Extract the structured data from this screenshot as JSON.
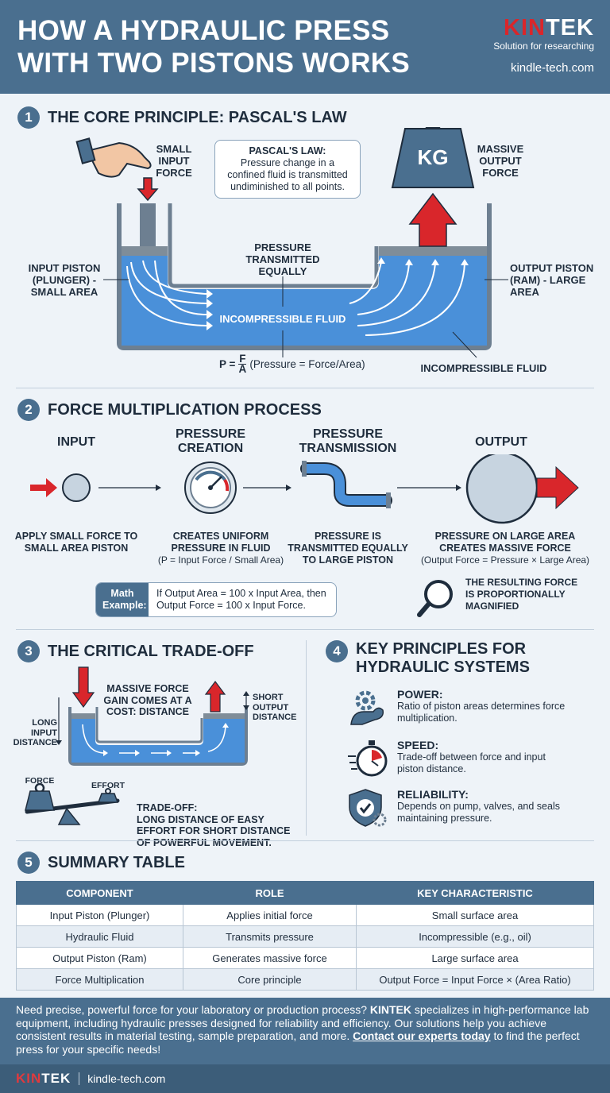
{
  "header": {
    "title_line1": "HOW A HYDRAULIC PRESS",
    "title_line2": "WITH TWO PISTONS WORKS",
    "brand_logo_red": "KIN",
    "brand_logo_white": "TEK",
    "brand_tagline": "Solution for researching",
    "brand_site": "kindle-tech.com"
  },
  "section1": {
    "number": "1",
    "title": "THE CORE PRINCIPLE: PASCAL'S LAW",
    "small_input_force": "SMALL INPUT FORCE",
    "pascal_title": "PASCAL'S LAW:",
    "pascal_text": "Pressure change in a confined fluid is transmitted undiminished to all points.",
    "weight_label": "KG",
    "massive_output_force": "MASSIVE OUTPUT FORCE",
    "input_piston": "INPUT PISTON (PLUNGER) - SMALL AREA",
    "pressure_transmitted": "PRESSURE TRANSMITTED EQUALLY",
    "output_piston": "OUTPUT PISTON (RAM) - LARGE AREA",
    "fluid_inside": "INCOMPRESSIBLE FLUID",
    "formula_p": "P =",
    "formula_f": "F",
    "formula_a": "A",
    "formula_text": "(Pressure = Force/Area)",
    "fluid_callout": "INCOMPRESSIBLE FLUID"
  },
  "section2": {
    "number": "2",
    "title": "FORCE MULTIPLICATION PROCESS",
    "steps": [
      {
        "heading": "INPUT",
        "caption": "APPLY SMALL FORCE TO SMALL AREA PISTON",
        "sub": ""
      },
      {
        "heading": "PRESSURE CREATION",
        "caption": "CREATES UNIFORM PRESSURE IN FLUID",
        "sub": "(P = Input Force / Small Area)"
      },
      {
        "heading": "PRESSURE TRANSMISSION",
        "caption": "PRESSURE IS TRANSMITTED EQUALLY TO LARGE PISTON",
        "sub": ""
      },
      {
        "heading": "OUTPUT",
        "caption": "PRESSURE ON LARGE AREA CREATES MASSIVE FORCE",
        "sub": "(Output Force = Pressure × Large Area)"
      }
    ],
    "math_key": "Math Example:",
    "math_value": "If Output Area = 100 x Input Area, then Output Force = 100 x Input Force.",
    "magnified": "THE RESULTING FORCE IS PROPORTIONALLY MAGNIFIED"
  },
  "section3": {
    "number": "3",
    "title": "THE CRITICAL TRADE-OFF",
    "massive_force_gain": "MASSIVE FORCE GAIN COMES AT A COST: DISTANCE",
    "long_input": "LONG INPUT DISTANCE",
    "short_output": "SHORT OUTPUT DISTANCE",
    "force_label": "FORCE",
    "effort_label": "EFFORT",
    "tradeoff_title": "TRADE-OFF:",
    "tradeoff_text": "LONG DISTANCE OF EASY EFFORT FOR SHORT DISTANCE OF POWERFUL MOVEMENT."
  },
  "section4": {
    "number": "4",
    "title": "KEY PRINCIPLES FOR HYDRAULIC SYSTEMS",
    "items": [
      {
        "title": "POWER:",
        "text": "Ratio of piston areas determines force multiplication.",
        "icon": "gear-arm-icon"
      },
      {
        "title": "SPEED:",
        "text": "Trade-off between force and input piston distance.",
        "icon": "stopwatch-icon"
      },
      {
        "title": "RELIABILITY:",
        "text": "Depends on pump, valves, and seals maintaining pressure.",
        "icon": "shield-check-icon"
      }
    ]
  },
  "section5": {
    "number": "5",
    "title": "SUMMARY TABLE",
    "columns": [
      "COMPONENT",
      "ROLE",
      "KEY CHARACTERISTIC"
    ],
    "rows": [
      [
        "Input Piston (Plunger)",
        "Applies initial force",
        "Small surface area"
      ],
      [
        "Hydraulic Fluid",
        "Transmits pressure",
        "Incompressible (e.g., oil)"
      ],
      [
        "Output Piston (Ram)",
        "Generates massive force",
        "Large surface area"
      ],
      [
        "Force Multiplication",
        "Core principle",
        "Output Force = Input Force × (Area Ratio)"
      ]
    ]
  },
  "cta": {
    "text1": "Need precise, powerful force for your laboratory or production process? ",
    "brand": "KINTEK",
    "text2": " specializes in high-performance lab equipment, including hydraulic presses designed for reliability and efficiency. Our solutions help you achieve consistent results in material testing, sample preparation, and more. ",
    "link": "Contact our experts today",
    "text3": " to find the perfect press for your specific needs!"
  },
  "footer": {
    "logo_red": "KIN",
    "logo_white": "TEK",
    "site": "kindle-tech.com"
  },
  "colors": {
    "primary": "#4a6f8f",
    "accent_red": "#d9262b",
    "fluid_blue": "#4a90d9",
    "background": "#eef3f8"
  }
}
